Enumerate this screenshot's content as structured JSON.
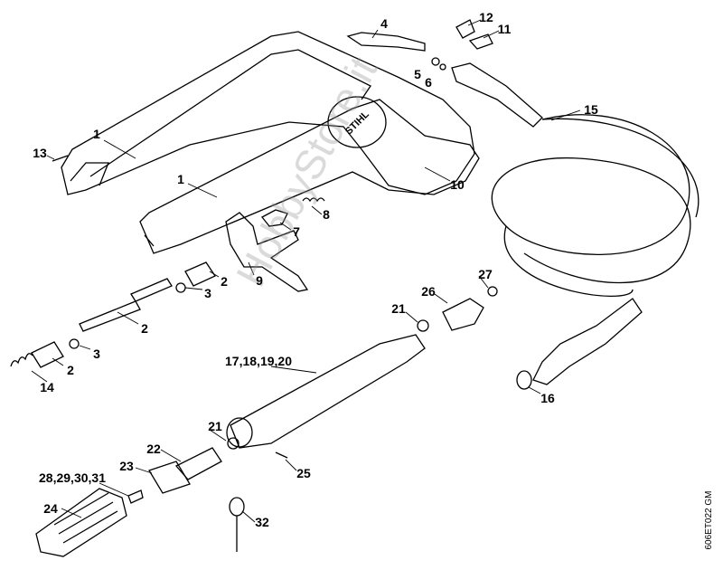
{
  "diagram": {
    "brand_mark": "STIHL",
    "watermark": "HobbyStore.it",
    "drawing_code": "606ET022 GM",
    "labels": [
      "1",
      "1",
      "2",
      "2",
      "2",
      "3",
      "3",
      "4",
      "5",
      "6",
      "7",
      "8",
      "9",
      "10",
      "11",
      "12",
      "13",
      "14",
      "15",
      "16",
      "17,18,19,20",
      "21",
      "21",
      "22",
      "23",
      "24",
      "25",
      "26",
      "27",
      "28,29,30,31",
      "32"
    ]
  }
}
